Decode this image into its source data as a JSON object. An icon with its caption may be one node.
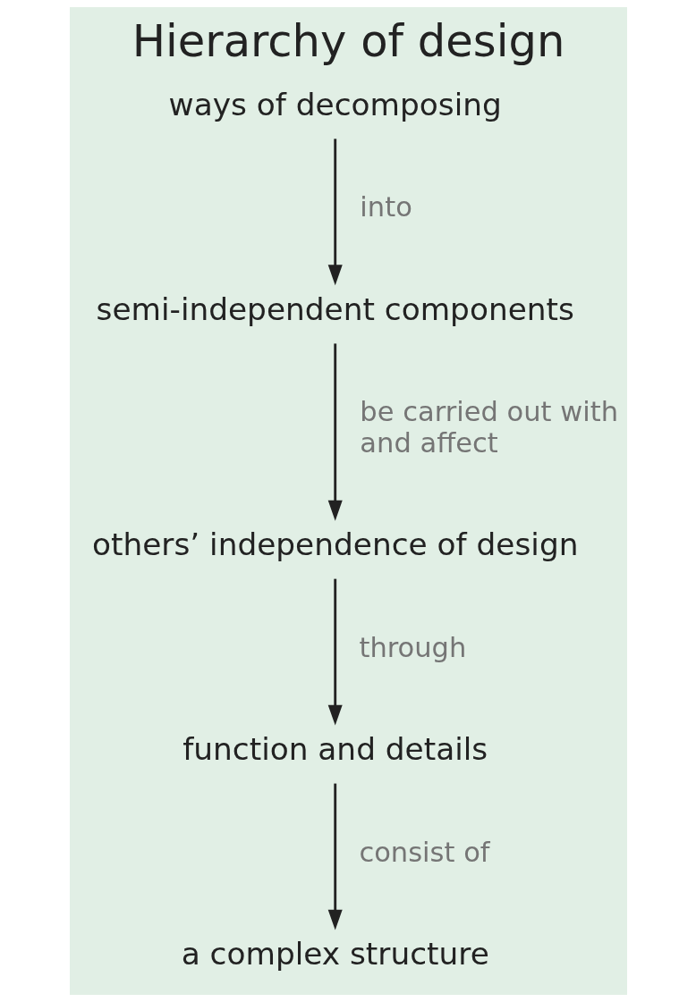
{
  "diagram": {
    "title": "Hierarchy of design",
    "nodes": [
      {
        "text": [
          "ways of decomposing"
        ]
      },
      {
        "text": [
          "semi-independent components"
        ]
      },
      {
        "text": [
          "others’ independence of design"
        ]
      },
      {
        "text": [
          "function and details"
        ]
      },
      {
        "text": [
          "a complex structure"
        ]
      }
    ],
    "edges": [
      {
        "from": 0,
        "to": 1,
        "arrow": "to",
        "label": "into"
      },
      {
        "from": 1,
        "to": 2,
        "arrow": "to",
        "label": "be carried out with and affect"
      },
      {
        "from": 2,
        "to": 3,
        "arrow": "to",
        "label": "through"
      },
      {
        "from": 3,
        "to": 4,
        "arrow": "to",
        "label": "consist of"
      }
    ]
  }
}
